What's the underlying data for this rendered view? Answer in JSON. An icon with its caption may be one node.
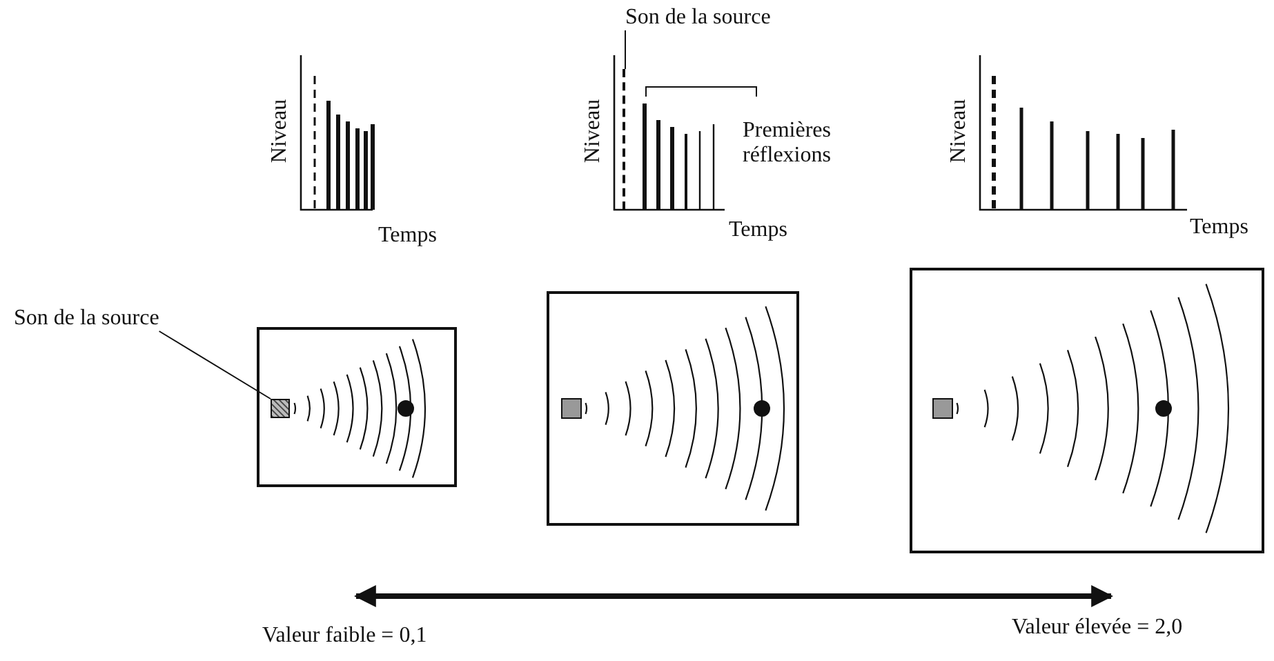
{
  "diagram": {
    "nodes": [
      {
        "text": [
          "Son de la source"
        ]
      },
      {
        "text": [],
        "shape": "box"
      },
      {
        "text": [
          "Son de la source"
        ]
      },
      {
        "text": [],
        "shape": "bar"
      }
    ],
    "edges": [
      {
        "from": 0,
        "to": 1,
        "arrow": "none"
      },
      {
        "from": 2,
        "to": 3,
        "arrow": "none"
      }
    ],
    "labels": [
      "Niveau",
      "Temps",
      "Niveau",
      "Premières réflexions",
      "Temps",
      "Niveau",
      "Temps",
      "Valeur faible = 0,1",
      "Valeur élevée = 2,0"
    ]
  }
}
